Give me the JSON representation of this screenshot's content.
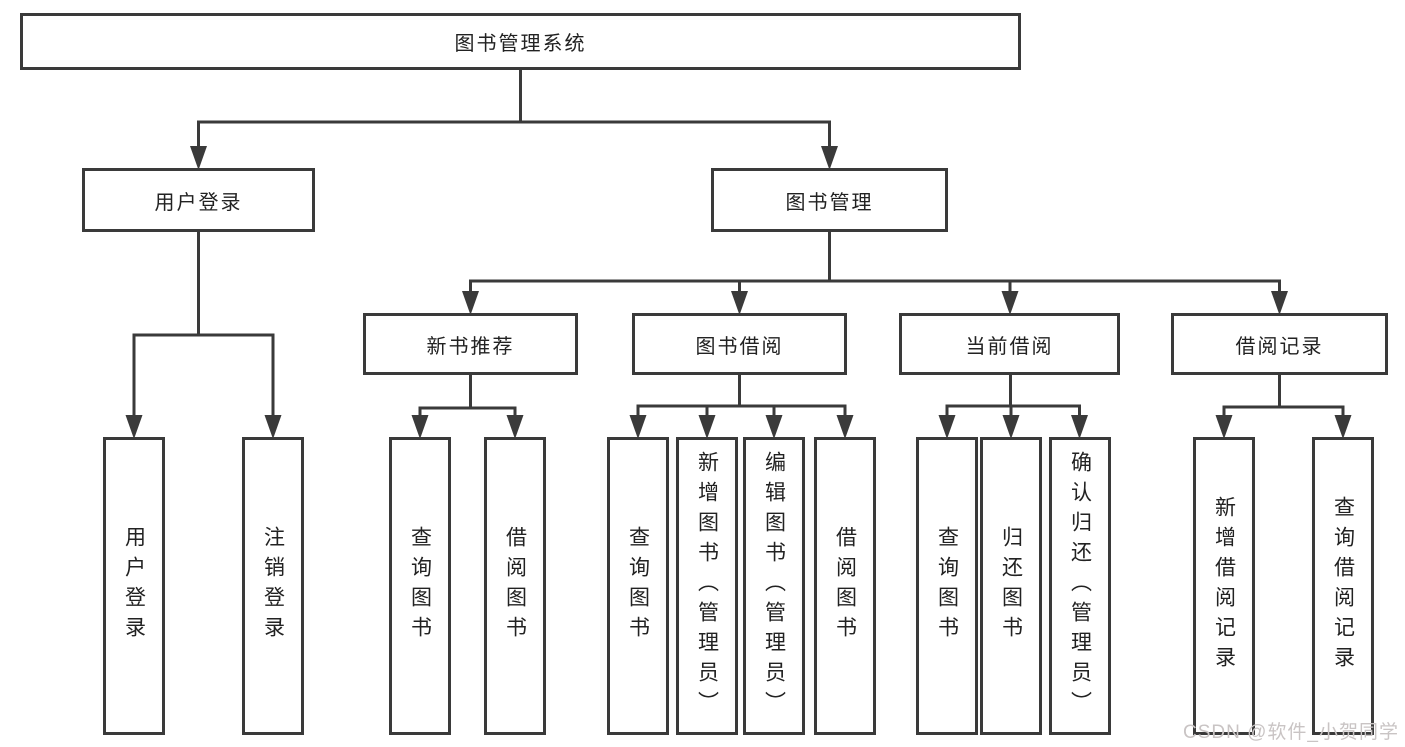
{
  "diagram": {
    "title": "图书管理系统",
    "level2": {
      "user_login": "用户登录",
      "book_management": "图书管理"
    },
    "level3": {
      "new_book_recommend": "新书推荐",
      "book_borrowing": "图书借阅",
      "current_borrowing": "当前借阅",
      "borrowing_records": "借阅记录"
    },
    "leaves": {
      "user_login": [
        "用户登录",
        "注销登录"
      ],
      "new_book_recommend": [
        "查询图书",
        "借阅图书"
      ],
      "book_borrowing": [
        "查询图书",
        "新增图书（管理员）",
        "编辑图书（管理员）",
        "借阅图书"
      ],
      "current_borrowing": [
        "查询图书",
        "归还图书",
        "确认归还（管理员）"
      ],
      "borrowing_records": [
        "新增借阅记录",
        "查询借阅记录"
      ]
    }
  },
  "watermark": "CSDN @软件_小贺同学",
  "colors": {
    "line": "#3a3a3a",
    "text": "#222222",
    "watermark": "#c9c4c4",
    "background": "#ffffff"
  }
}
